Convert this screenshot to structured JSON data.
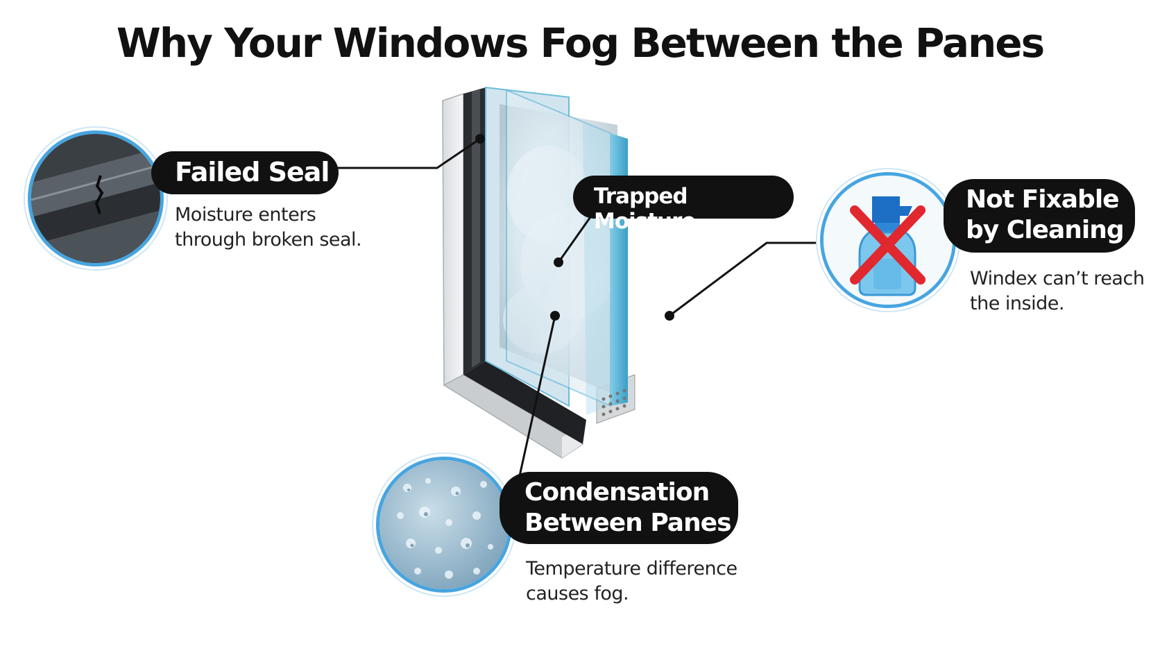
{
  "title": "Why Your Windows Fog Between the Panes",
  "callouts": {
    "failed_seal": {
      "label": "Failed Seal",
      "description_line1": "Moisture enters",
      "description_line2": "through broken seal."
    },
    "trapped_moisture": {
      "label": "Trapped Moisture"
    },
    "not_fixable": {
      "label_line1": "Not Fixable",
      "label_line2": "by Cleaning",
      "description_line1": "Windex can’t reach",
      "description_line2": "the inside."
    },
    "condensation": {
      "label_line1": "Condensation",
      "label_line2": "Between Panes",
      "description_line1": "Temperature difference",
      "description_line2": "causes fog."
    }
  },
  "icons": [
    "cracked-seal-icon",
    "spray-bottle-icon",
    "red-x-icon",
    "water-droplets-icon"
  ],
  "colors": {
    "accent_ring": "#46a5e0",
    "pill_background": "#111111",
    "glass_edge": "#5bb7d9",
    "red_x": "#e0282e"
  }
}
